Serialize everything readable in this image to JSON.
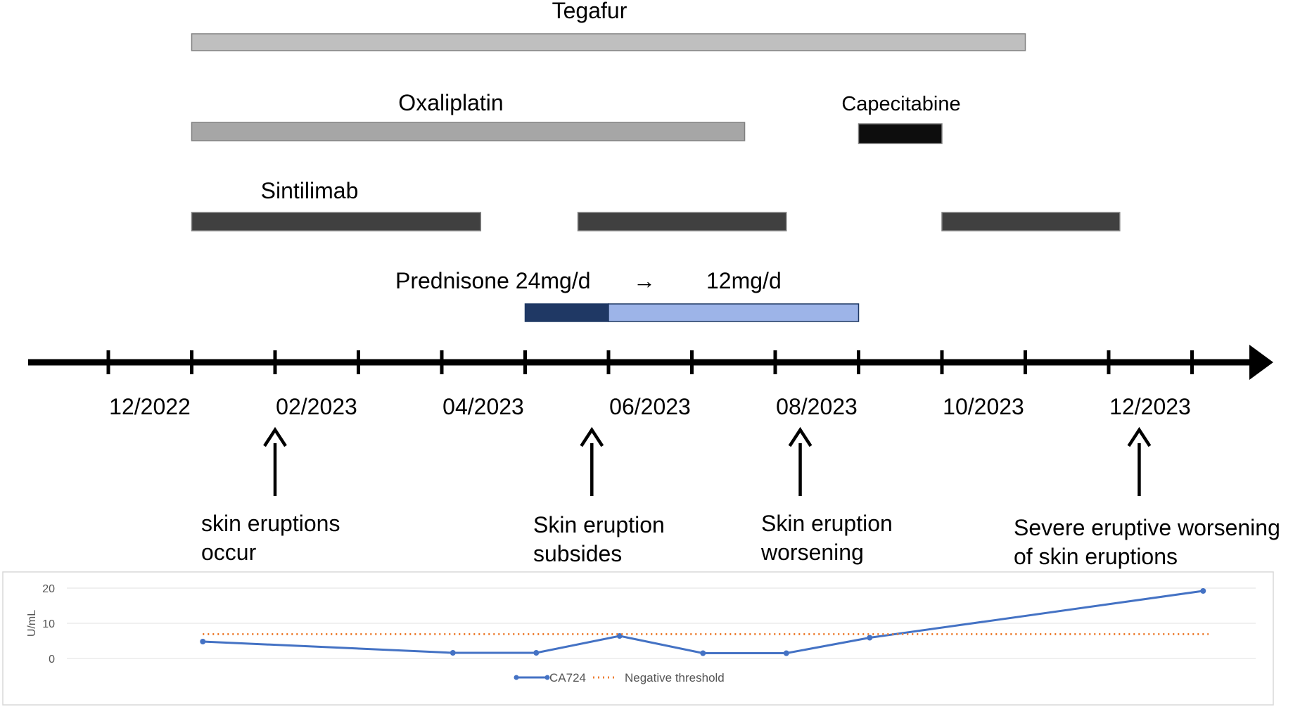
{
  "chart_data": [
    {
      "type": "timeline",
      "x_tick_labels": [
        "12/2022",
        "02/2023",
        "04/2023",
        "06/2023",
        "08/2023",
        "10/2023",
        "12/2023"
      ],
      "drugs": [
        {
          "name": "Tegafur",
          "color": "#bfbfbf",
          "periods": [
            {
              "start": "2023-01",
              "end": "2023-11"
            }
          ]
        },
        {
          "name": "Oxaliplatin",
          "color": "#a6a6a6",
          "periods": [
            {
              "start": "2023-01",
              "end": "2023-07-20"
            }
          ]
        },
        {
          "name": "Capecitabine",
          "color": "#0d0d0d",
          "periods": [
            {
              "start": "2023-09",
              "end": "2023-10"
            }
          ]
        },
        {
          "name": "Sintilimab",
          "color": "#404040",
          "periods": [
            {
              "start": "2023-01",
              "end": "2023-04-15"
            },
            {
              "start": "2023-05-20",
              "end": "2023-08-05"
            },
            {
              "start": "2023-10",
              "end": "2023-12-05"
            }
          ]
        }
      ],
      "steroid": {
        "label": "Prednisone 24mg/d",
        "arrow": "→",
        "label2": "12mg/d",
        "phases": [
          {
            "dose": "24mg/d",
            "color": "#1f3864",
            "start": "2023-05",
            "end": "2023-06"
          },
          {
            "dose": "12mg/d",
            "color": "#9db4e8",
            "start": "2023-06",
            "end": "2023-09"
          }
        ]
      },
      "events": [
        {
          "date": "2023-02",
          "lines": [
            "skin eruptions",
            "occur"
          ]
        },
        {
          "date": "2023-05-25",
          "lines": [
            "Skin eruption",
            "subsides"
          ]
        },
        {
          "date": "2023-08-10",
          "lines": [
            "Skin eruption",
            "worsening"
          ]
        },
        {
          "date": "2023-12-12",
          "lines": [
            "Severe eruptive worsening",
            "of skin eruptions"
          ]
        }
      ]
    },
    {
      "type": "line",
      "ylabel": "U/mL",
      "ylim": [
        0,
        20
      ],
      "yticks": [
        0,
        10,
        20
      ],
      "x": [
        "2023-01-05",
        "2023-04-05",
        "2023-05-05",
        "2023-06-05",
        "2023-07-05",
        "2023-08-05",
        "2023-09-05",
        "2024-01-05"
      ],
      "series": [
        {
          "name": "CA724",
          "color": "#4472c4",
          "style": "solid-marker",
          "values": [
            4.8,
            1.6,
            1.6,
            6.4,
            1.5,
            1.5,
            5.9,
            19.2
          ]
        },
        {
          "name": "Negative threshold",
          "color": "#ed7d31",
          "style": "dotted",
          "values": [
            6.9,
            6.9,
            6.9,
            6.9,
            6.9,
            6.9,
            6.9,
            6.9
          ]
        }
      ],
      "grid": true,
      "legend": "bottom-center"
    }
  ]
}
